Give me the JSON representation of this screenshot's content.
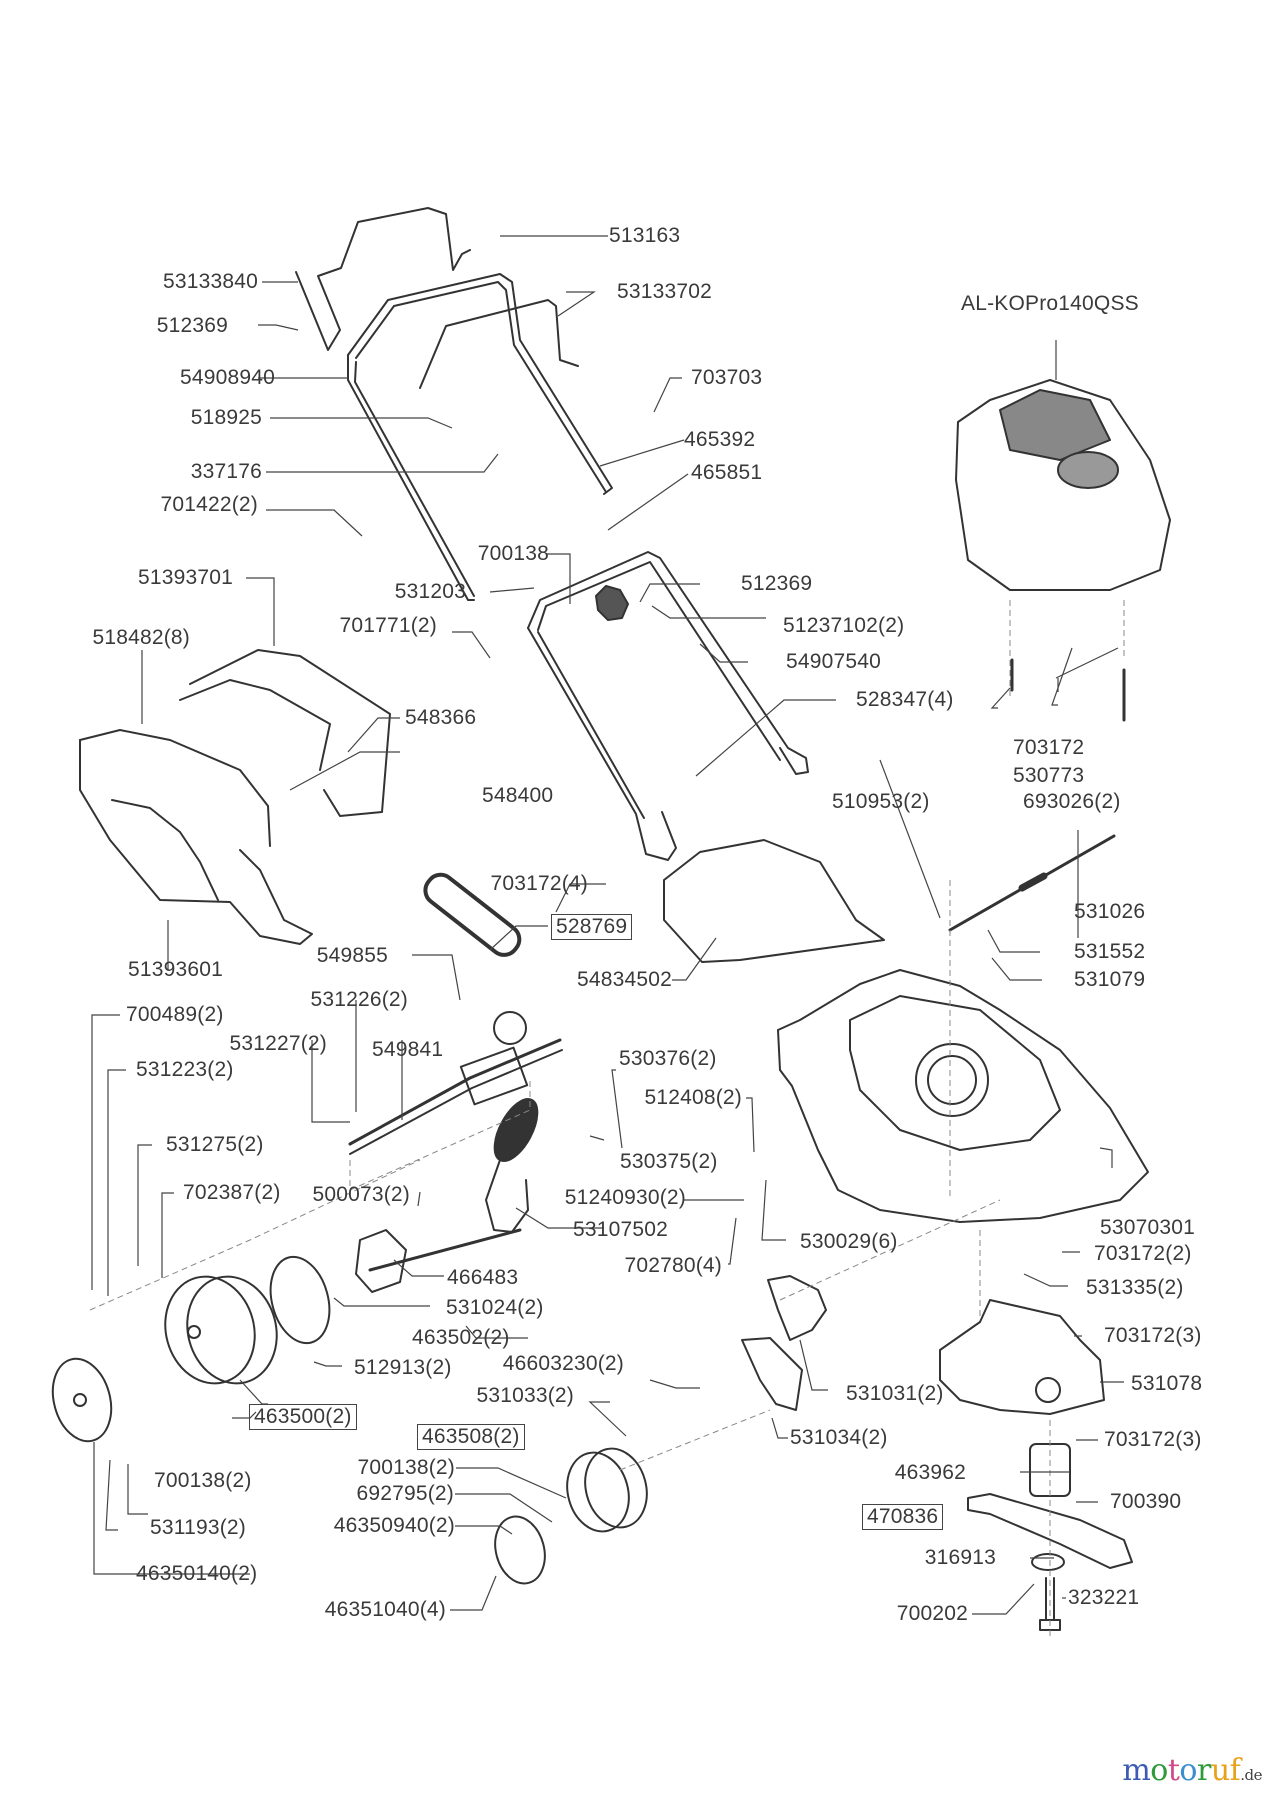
{
  "diagram": {
    "title": "Lawn mower exploded parts diagram",
    "engine_label": "AL-KOPro140QSS",
    "labels": [
      {
        "id": "513163",
        "text": "513163",
        "boxed": false
      },
      {
        "id": "53133840",
        "text": "53133840",
        "boxed": false
      },
      {
        "id": "53133702",
        "text": "53133702",
        "boxed": false
      },
      {
        "id": "512369a",
        "text": "512369",
        "boxed": false
      },
      {
        "id": "54908940",
        "text": "54908940",
        "boxed": false
      },
      {
        "id": "703703",
        "text": "703703",
        "boxed": false
      },
      {
        "id": "518925",
        "text": "518925",
        "boxed": false
      },
      {
        "id": "465392",
        "text": "465392",
        "boxed": false
      },
      {
        "id": "337176",
        "text": "337176",
        "boxed": false
      },
      {
        "id": "465851",
        "text": "465851",
        "boxed": false
      },
      {
        "id": "701422",
        "text": "701422(2)",
        "boxed": false
      },
      {
        "id": "700138a",
        "text": "700138",
        "boxed": false
      },
      {
        "id": "51393701",
        "text": "51393701",
        "boxed": false
      },
      {
        "id": "531203",
        "text": "531203",
        "boxed": false
      },
      {
        "id": "512369b",
        "text": "512369",
        "boxed": false
      },
      {
        "id": "701771",
        "text": "701771(2)",
        "boxed": false
      },
      {
        "id": "51237102",
        "text": "51237102(2)",
        "boxed": false
      },
      {
        "id": "518482",
        "text": "518482(8)",
        "boxed": false
      },
      {
        "id": "54907540",
        "text": "54907540",
        "boxed": false
      },
      {
        "id": "548366",
        "text": "548366",
        "boxed": false
      },
      {
        "id": "528347",
        "text": "528347(4)",
        "boxed": false
      },
      {
        "id": "703172",
        "text": "703172",
        "boxed": false
      },
      {
        "id": "530773",
        "text": "530773",
        "boxed": false
      },
      {
        "id": "693026",
        "text": "693026(2)",
        "boxed": false
      },
      {
        "id": "548400",
        "text": "548400",
        "boxed": false
      },
      {
        "id": "510953",
        "text": "510953(2)",
        "boxed": false
      },
      {
        "id": "703172_4",
        "text": "703172(4)",
        "boxed": false
      },
      {
        "id": "531026",
        "text": "531026",
        "boxed": false
      },
      {
        "id": "528769",
        "text": "528769",
        "boxed": true
      },
      {
        "id": "531552",
        "text": "531552",
        "boxed": false
      },
      {
        "id": "51393601",
        "text": "51393601",
        "boxed": false
      },
      {
        "id": "549855",
        "text": "549855",
        "boxed": false
      },
      {
        "id": "54834502",
        "text": "54834502",
        "boxed": false
      },
      {
        "id": "531079",
        "text": "531079",
        "boxed": false
      },
      {
        "id": "531226",
        "text": "531226(2)",
        "boxed": false
      },
      {
        "id": "700489",
        "text": "700489(2)",
        "boxed": false
      },
      {
        "id": "531227",
        "text": "531227(2)",
        "boxed": false
      },
      {
        "id": "549841",
        "text": "549841",
        "boxed": false
      },
      {
        "id": "530376",
        "text": "530376(2)",
        "boxed": false
      },
      {
        "id": "531223",
        "text": "531223(2)",
        "boxed": false
      },
      {
        "id": "512408",
        "text": "512408(2)",
        "boxed": false
      },
      {
        "id": "531275",
        "text": "531275(2)",
        "boxed": false
      },
      {
        "id": "530375",
        "text": "530375(2)",
        "boxed": false
      },
      {
        "id": "702387",
        "text": "702387(2)",
        "boxed": false
      },
      {
        "id": "500073",
        "text": "500073(2)",
        "boxed": false
      },
      {
        "id": "51240930",
        "text": "51240930(2)",
        "boxed": false
      },
      {
        "id": "53070301",
        "text": "53070301",
        "boxed": false
      },
      {
        "id": "53107502",
        "text": "53107502",
        "boxed": false
      },
      {
        "id": "530029",
        "text": "530029(6)",
        "boxed": false
      },
      {
        "id": "703172_2",
        "text": "703172(2)",
        "boxed": false
      },
      {
        "id": "702780",
        "text": "702780(4)",
        "boxed": false
      },
      {
        "id": "466483",
        "text": "466483",
        "boxed": false
      },
      {
        "id": "531335",
        "text": "531335(2)",
        "boxed": false
      },
      {
        "id": "531024",
        "text": "531024(2)",
        "boxed": false
      },
      {
        "id": "703172_3a",
        "text": "703172(3)",
        "boxed": false
      },
      {
        "id": "463502",
        "text": "463502(2)",
        "boxed": false
      },
      {
        "id": "512913",
        "text": "512913(2)",
        "boxed": false
      },
      {
        "id": "46603230",
        "text": "46603230(2)",
        "boxed": false
      },
      {
        "id": "531078",
        "text": "531078",
        "boxed": false
      },
      {
        "id": "531031",
        "text": "531031(2)",
        "boxed": false
      },
      {
        "id": "531033",
        "text": "531033(2)",
        "boxed": false
      },
      {
        "id": "463500",
        "text": "463500(2)",
        "boxed": true
      },
      {
        "id": "463508",
        "text": "463508(2)",
        "boxed": true
      },
      {
        "id": "531034",
        "text": "531034(2)",
        "boxed": false
      },
      {
        "id": "703172_3b",
        "text": "703172(3)",
        "boxed": false
      },
      {
        "id": "700138b",
        "text": "700138(2)",
        "boxed": false
      },
      {
        "id": "463962",
        "text": "463962",
        "boxed": false
      },
      {
        "id": "700138c",
        "text": "700138(2)",
        "boxed": false
      },
      {
        "id": "692795",
        "text": "692795(2)",
        "boxed": false
      },
      {
        "id": "700390",
        "text": "700390",
        "boxed": false
      },
      {
        "id": "470836",
        "text": "470836",
        "boxed": true
      },
      {
        "id": "46350940",
        "text": "46350940(2)",
        "boxed": false
      },
      {
        "id": "531193",
        "text": "531193(2)",
        "boxed": false
      },
      {
        "id": "316913",
        "text": "316913",
        "boxed": false
      },
      {
        "id": "46350140",
        "text": "46350140(2)",
        "boxed": false
      },
      {
        "id": "323221",
        "text": "323221",
        "boxed": false
      },
      {
        "id": "46351040",
        "text": "46351040(4)",
        "boxed": false
      },
      {
        "id": "700202",
        "text": "700202",
        "boxed": false
      }
    ]
  },
  "watermark": {
    "letters": [
      {
        "ch": "m",
        "color": "#3b5bb5"
      },
      {
        "ch": "o",
        "color": "#2e9a3a"
      },
      {
        "ch": "t",
        "color": "#d04a8a"
      },
      {
        "ch": "o",
        "color": "#3b8fd0"
      },
      {
        "ch": "r",
        "color": "#2e9a3a"
      },
      {
        "ch": "u",
        "color": "#e8a21a"
      },
      {
        "ch": "f",
        "color": "#e8a21a"
      }
    ],
    "suffix": ".de"
  }
}
